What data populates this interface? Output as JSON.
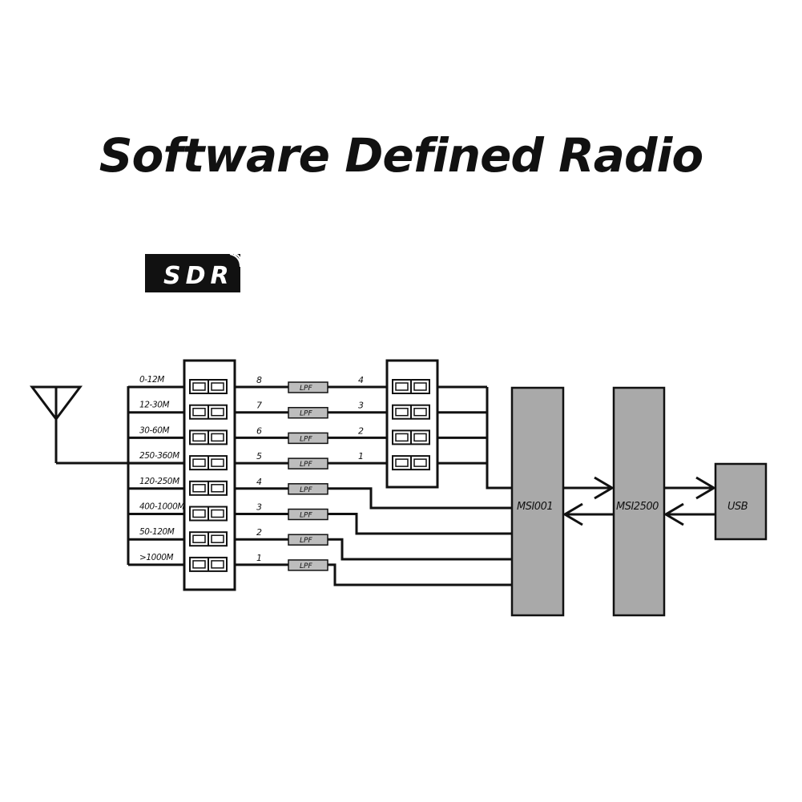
{
  "title": "Software Defined Radio",
  "badge": "SDR",
  "bands": [
    "0-12M",
    "12-30M",
    "30-60M",
    "250-360M",
    "120-250M",
    "400-1000M",
    "50-120M",
    ">1000M"
  ],
  "left_switch_numbers": [
    "8",
    "7",
    "6",
    "5",
    "4",
    "3",
    "2",
    "1"
  ],
  "filter_label": "LPF",
  "right_switch_numbers": [
    "4",
    "3",
    "2",
    "1"
  ],
  "chips": {
    "tuner": "MSI001",
    "controller": "MSI2500",
    "usb": "USB"
  },
  "colors": {
    "chip_fill": "#a9a9a9",
    "filter_fill": "#bdbdbd",
    "line": "#111111"
  }
}
